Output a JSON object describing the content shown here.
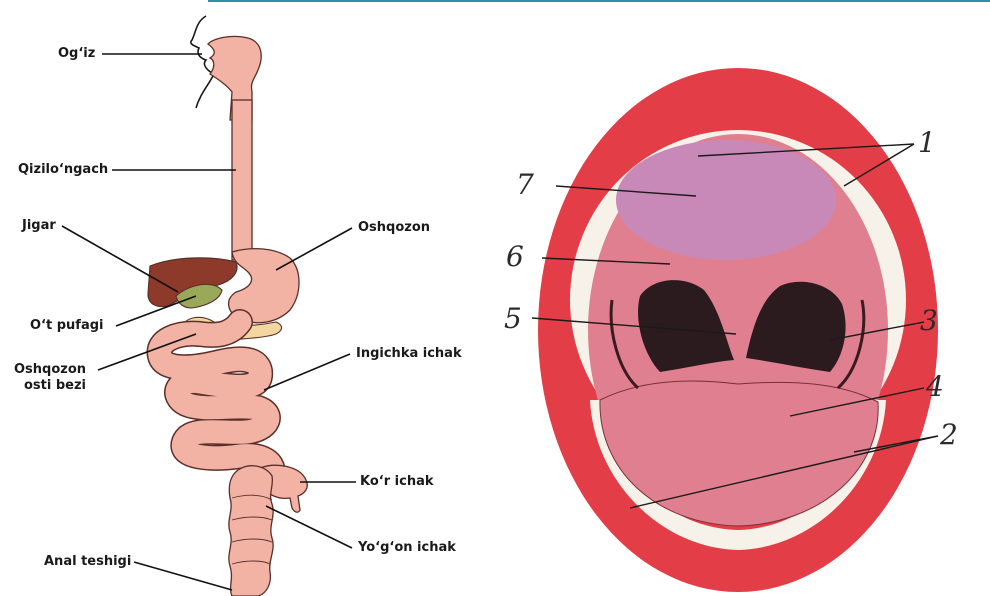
{
  "colors": {
    "accent": "#2f8fa3",
    "tract_fill": "#f2b3a5",
    "tract_stroke": "#5a2f2a",
    "liver": "#8e3a2b",
    "gallbladder": "#9aa85a",
    "pancreas": "#f3d6a0",
    "lips": "#e33d47",
    "mouth_inner": "#e07f8f",
    "palate": "#c889b8",
    "throat": "#2b1a1e",
    "teeth": "#f6f2ea"
  },
  "digestive": {
    "labels": {
      "mouth": "Og‘iz",
      "esophagus": "Qizilo‘ngach",
      "liver": "Jigar",
      "gallbladder": "O‘t pufagi",
      "pancreas_line1": "Oshqozon",
      "pancreas_line2": "osti bezi",
      "stomach": "Oshqozon",
      "small_intestine": "Ingichka ichak",
      "cecum": "Ko‘r ichak",
      "large_intestine": "Yo‘g‘on ichak",
      "anus": "Anal teshigi"
    }
  },
  "oral_cavity": {
    "numbers": [
      "1",
      "2",
      "3",
      "4",
      "5",
      "6",
      "7"
    ]
  }
}
